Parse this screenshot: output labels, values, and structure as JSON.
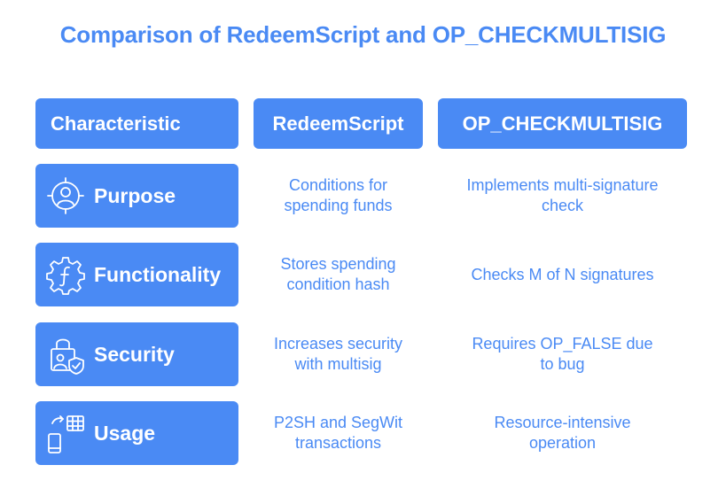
{
  "title": "Comparison of RedeemScript and OP_CHECKMULTISIG",
  "headers": {
    "characteristic": "Characteristic",
    "redeemscript": "RedeemScript",
    "op_checkmultisig": "OP_CHECKMULTISIG"
  },
  "rows": [
    {
      "label": "Purpose",
      "icon": "user-target-icon",
      "redeemscript": "Conditions for spending funds",
      "op_checkmultisig": "Implements multi-signature check"
    },
    {
      "label": "Functionality",
      "icon": "function-gear-icon",
      "redeemscript": "Stores spending condition hash",
      "op_checkmultisig": "Checks M of N signatures"
    },
    {
      "label": "Security",
      "icon": "lock-shield-icon",
      "redeemscript": "Increases security with multisig",
      "op_checkmultisig": "Requires OP_FALSE due to bug"
    },
    {
      "label": "Usage",
      "icon": "device-table-icon",
      "redeemscript": "P2SH and SegWit transactions",
      "op_checkmultisig": "Resource-intensive operation"
    }
  ],
  "colors": {
    "accent": "#4a8af4",
    "background": "#ffffff",
    "header_text": "#ffffff"
  }
}
